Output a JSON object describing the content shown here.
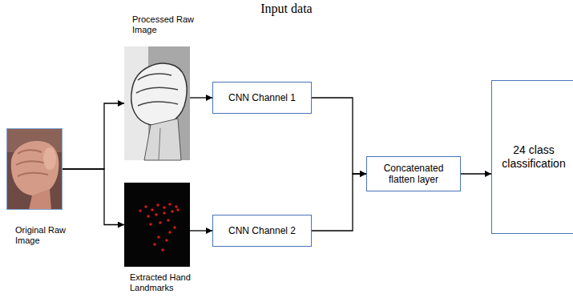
{
  "diagram": {
    "title": "Input data",
    "nodes": [
      {
        "text": [
          "Original Raw Image"
        ]
      },
      {
        "text": [
          "Processed Raw Image"
        ]
      },
      {
        "text": [
          "Extracted Hand Landmarks"
        ]
      },
      {
        "text": [
          "CNN Channel 1"
        ]
      },
      {
        "text": [
          "CNN Channel 2"
        ]
      },
      {
        "text": [
          "Concatenated flatten layer"
        ]
      },
      {
        "text": [
          "24 class classification"
        ]
      }
    ],
    "edges": [
      {
        "from": 0,
        "to": 1,
        "arrow": "to"
      },
      {
        "from": 0,
        "to": 2,
        "arrow": "to"
      },
      {
        "from": 1,
        "to": 3,
        "arrow": "to"
      },
      {
        "from": 2,
        "to": 4,
        "arrow": "to"
      },
      {
        "from": 3,
        "to": 5,
        "arrow": "to"
      },
      {
        "from": 4,
        "to": 5,
        "arrow": "to"
      },
      {
        "from": 5,
        "to": 6,
        "arrow": "to"
      }
    ]
  }
}
